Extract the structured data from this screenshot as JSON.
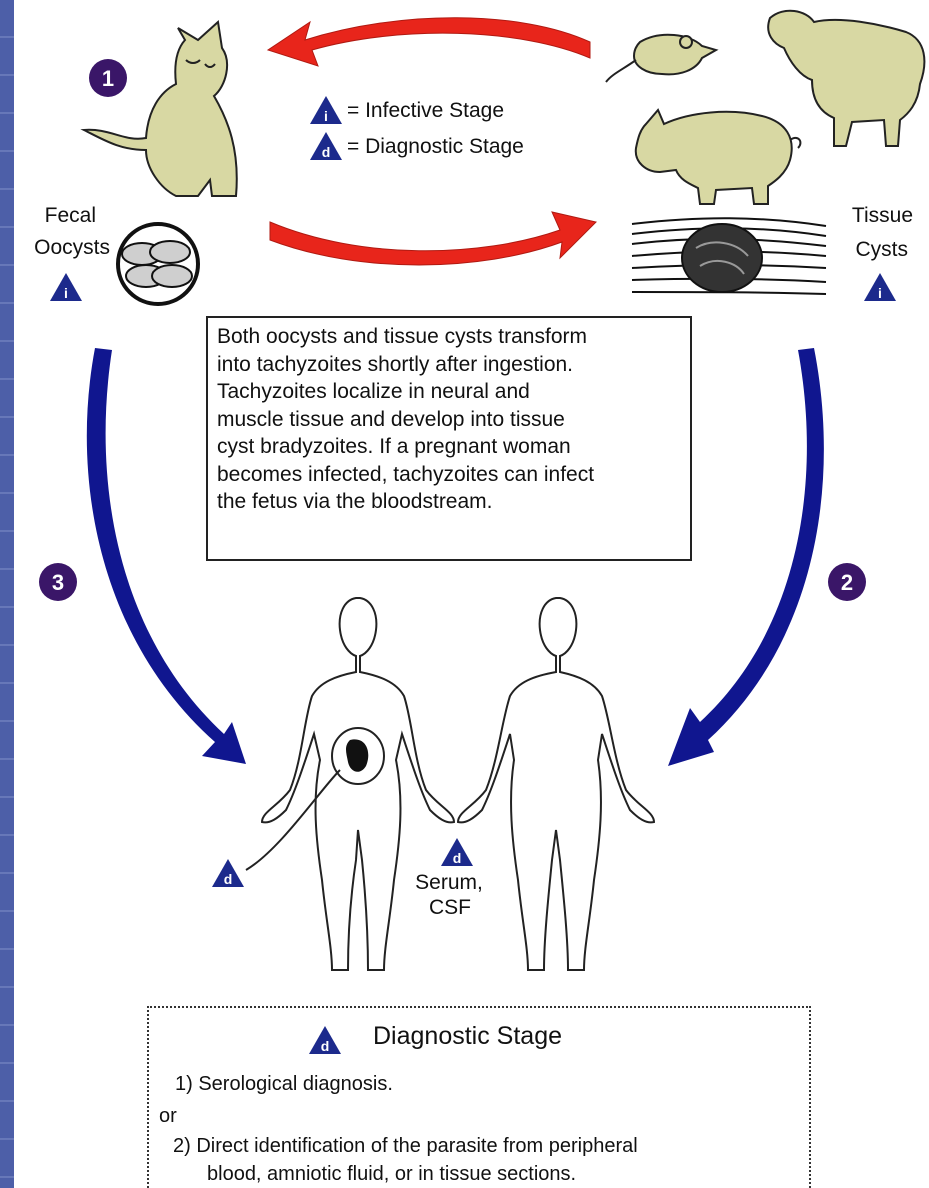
{
  "colors": {
    "side_bar": "#4d5fa8",
    "arrow_red": "#e8251b",
    "arrow_blue": "#10168f",
    "step_circle": "#3a1668",
    "triangle": "#1c2a8c",
    "animal_fill": "#d8d8a3"
  },
  "icons": [
    "cat-icon",
    "mouse-icon",
    "sheep-icon",
    "pig-icon",
    "oocyst-icon",
    "tissue-cyst-icon",
    "woman-icon",
    "man-icon",
    "fetus-icon"
  ],
  "legend": {
    "infective_letter": "i",
    "infective_label": "= Infective Stage",
    "diagnostic_letter": "d",
    "diagnostic_label": "= Diagnostic Stage"
  },
  "steps": {
    "one": "1",
    "two": "2",
    "three": "3"
  },
  "left_label": {
    "line1": "Fecal",
    "line2": "Oocysts",
    "stage": "i"
  },
  "right_label": {
    "line1": "Tissue",
    "line2": "Cysts",
    "stage": "i"
  },
  "description": "Both oocysts and tissue cysts transform\ninto tachyzoites shortly after ingestion.\nTachyzoites localize in neural and\nmuscle tissue and develop into tissue\ncyst bradyzoites. If a pregnant woman\nbecomes infected, tachyzoites can infect\nthe fetus via the bloodstream.",
  "humans": {
    "fetus_stage": "d",
    "serum_stage": "d",
    "serum_line1": "Serum,",
    "serum_line2": "CSF"
  },
  "diagnostic_box": {
    "stage": "d",
    "title": "Diagnostic Stage",
    "item1": "1) Serological diagnosis.",
    "or": "or",
    "item2_line1": "2) Direct identification of the parasite from peripheral",
    "item2_line2": "blood, amniotic fluid, or in tissue sections."
  }
}
